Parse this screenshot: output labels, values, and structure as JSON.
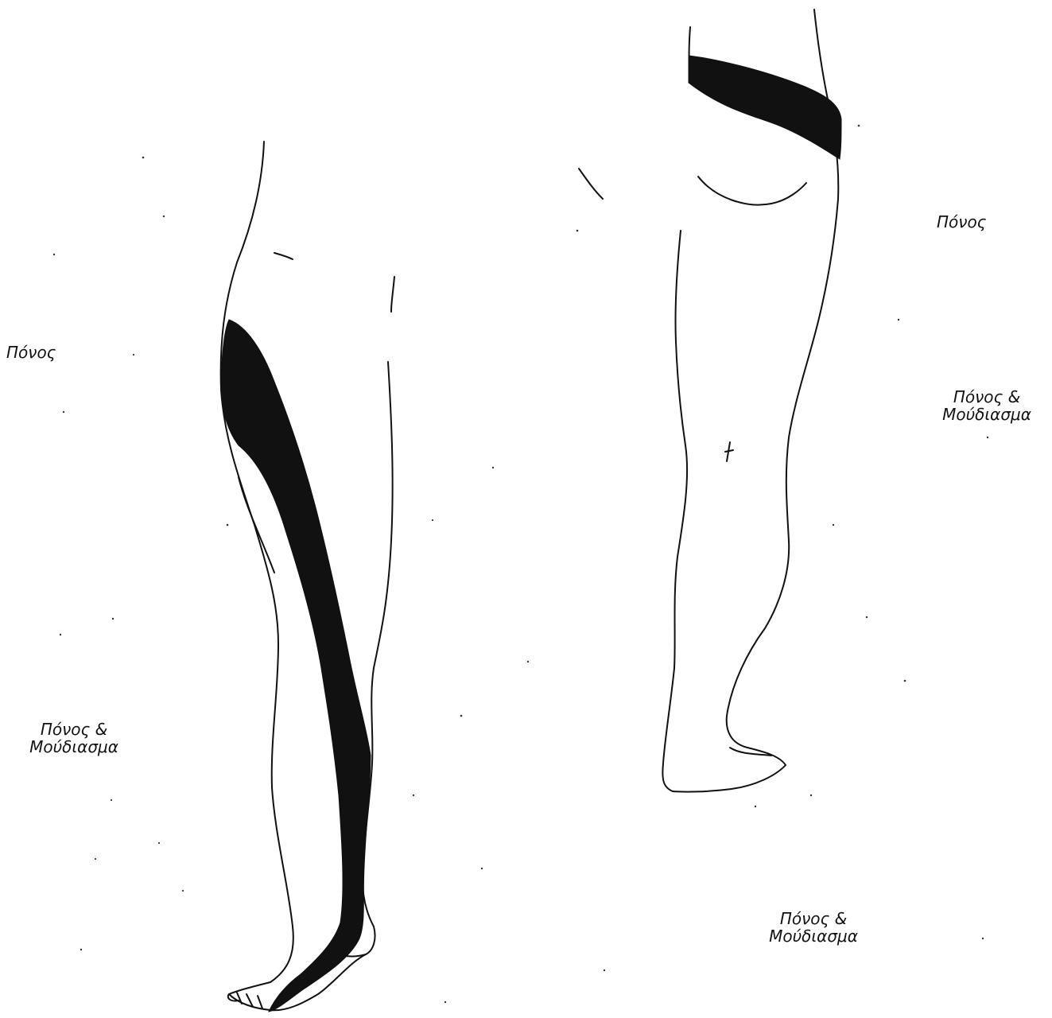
{
  "labels": {
    "left_top": "Πόνος",
    "left_bottom_line1": "Πόνος &",
    "left_bottom_line2": "Μούδιασμα",
    "right_top": "Πόνος",
    "right_middle_line1": "Πόνος &",
    "right_middle_line2": "Μούδιασμα",
    "right_bottom_line1": "Πόνος &",
    "right_bottom_line2": "Μούδιασμα"
  },
  "colors": {
    "ink": "#111111",
    "background": "#ffffff"
  }
}
